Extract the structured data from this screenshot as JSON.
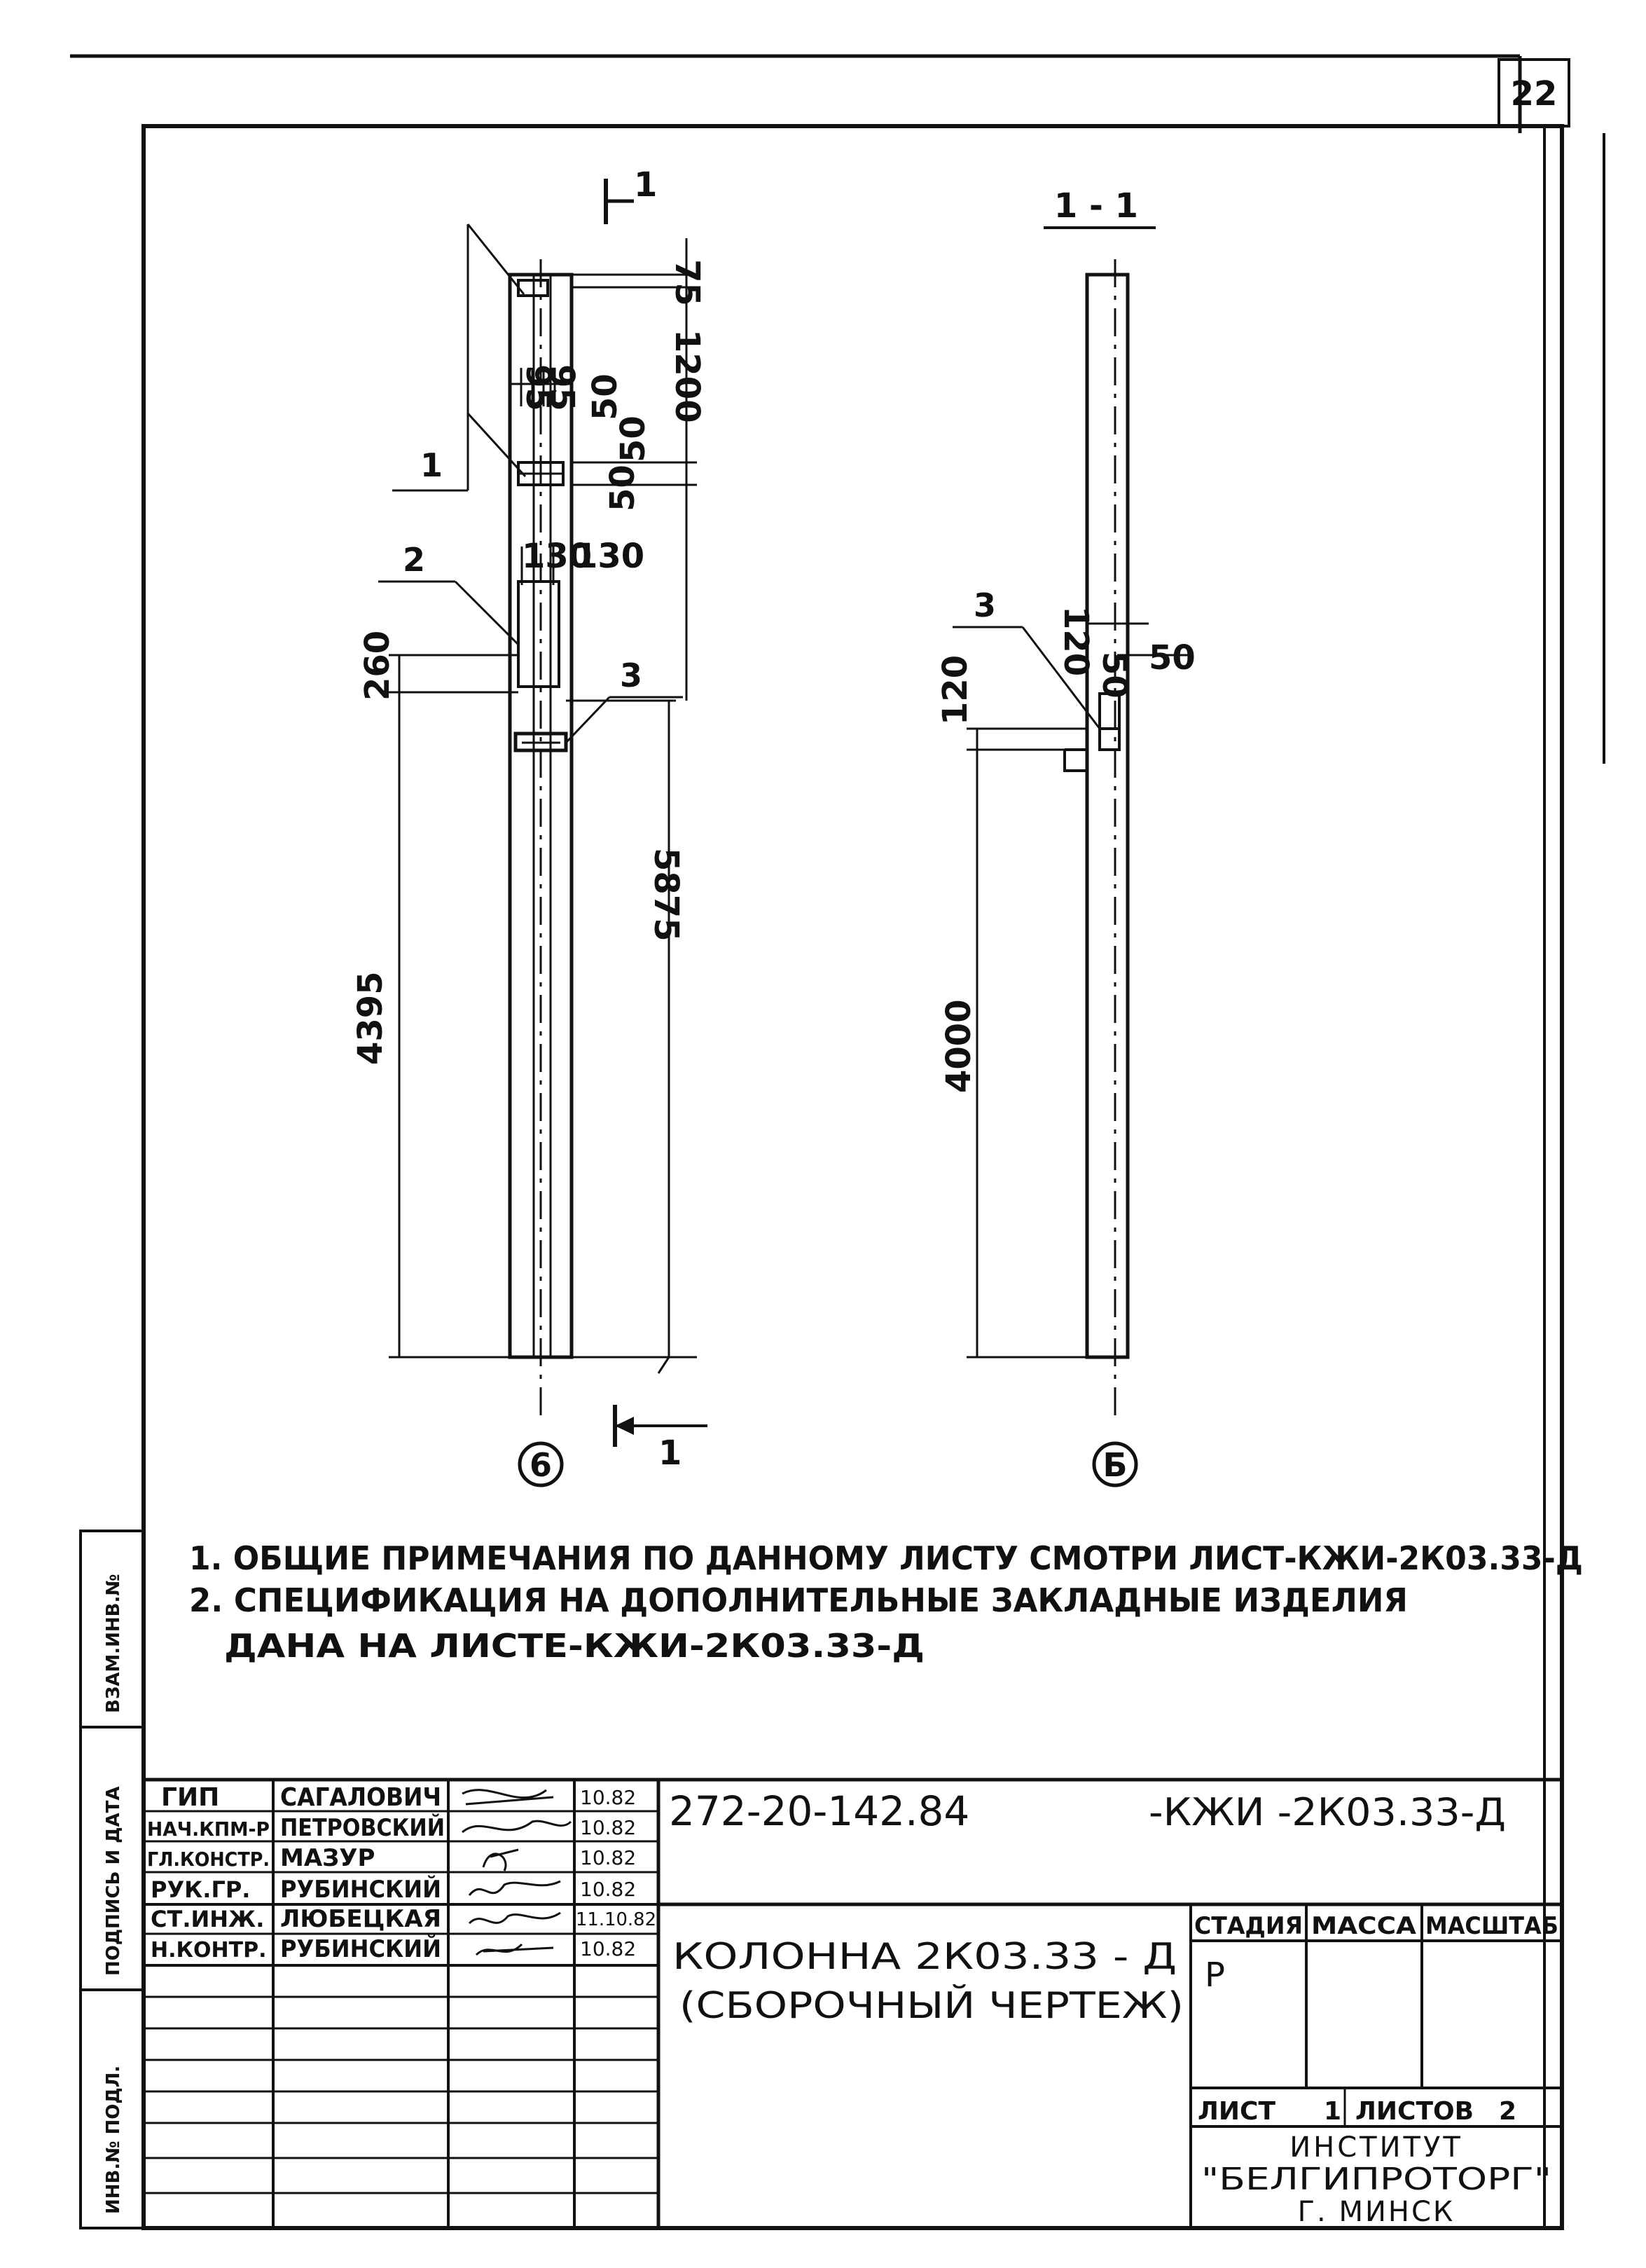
{
  "sheet": {
    "page_number": "22"
  },
  "left_stamp": {
    "inv_podl": "ИНВ.№ ПОДЛ.",
    "podpis_data": "ПОДПИСЬ И ДАТА",
    "vzam_inv": "ВЗАМ.ИНВ.№"
  },
  "views": {
    "front": {
      "section_mark_top": "1",
      "section_mark_bottom": "1",
      "axis_label": "6",
      "dims": {
        "d75": "75",
        "d1200": "1200",
        "d50a": "50",
        "d50b": "50",
        "d50c": "50",
        "d95a": "95",
        "d95b": "95",
        "d130a": "130",
        "d130b": "130",
        "d260": "260",
        "d5875": "5875",
        "d4395": "4395"
      },
      "callouts": {
        "c1": "1",
        "c2": "2",
        "c3": "3"
      }
    },
    "section": {
      "title": "1 - 1",
      "axis_label": "Б",
      "dims": {
        "d120a": "120",
        "d120b": "120",
        "d50a": "50",
        "d50b": "50",
        "d4000": "4000"
      },
      "callouts": {
        "c3": "3"
      }
    }
  },
  "notes": {
    "line1": "1. ОБЩИЕ ПРИМЕЧАНИЯ ПО ДАННОМУ ЛИСТУ СМОТРИ ЛИСТ-КЖИ-2К03.33-Д",
    "line2": "2. СПЕЦИФИКАЦИЯ НА ДОПОЛНИТЕЛЬНЫЕ ЗАКЛАДНЫЕ ИЗДЕЛИЯ",
    "line3": "ДАНА НА ЛИСТЕ-КЖИ-2К03.33-Д"
  },
  "title_block": {
    "staff": [
      {
        "role": "ГИП",
        "name": "САГАЛОВИЧ",
        "date": "10.82"
      },
      {
        "role": "НАЧ.КПМ-Р",
        "name": "ПЕТРОВСКИЙ",
        "date": "10.82"
      },
      {
        "role": "ГЛ.КОНСТР.",
        "name": "МАЗУР",
        "date": "10.82"
      },
      {
        "role": "РУК.ГР.",
        "name": "РУБИНСКИЙ",
        "date": "10.82"
      },
      {
        "role": "СТ.ИНЖ.",
        "name": "ЛЮБЕЦКАЯ",
        "date": "11.10.82"
      },
      {
        "role": "Н.КОНТР.",
        "name": "РУБИНСКИЙ",
        "date": "10.82"
      }
    ],
    "doc_code": "272-20-142.84",
    "doc_mark": "-КЖИ -2К03.33-Д",
    "title_line1": "КОЛОННА 2К03.33 - Д",
    "title_line2": "(СБОРОЧНЫЙ ЧЕРТЕЖ)",
    "stage_header": "СТАДИЯ",
    "mass_header": "МАССА",
    "scale_header": "МАСШТАБ",
    "stage_value": "Р",
    "sheet_label": "ЛИСТ",
    "sheet_value": "1",
    "sheets_label": "ЛИСТОВ",
    "sheets_value": "2",
    "org_line1": "ИНСТИТУТ",
    "org_line2": "\"БЕЛГИПРОТОРГ\"",
    "org_line3": "Г. МИНСК"
  }
}
